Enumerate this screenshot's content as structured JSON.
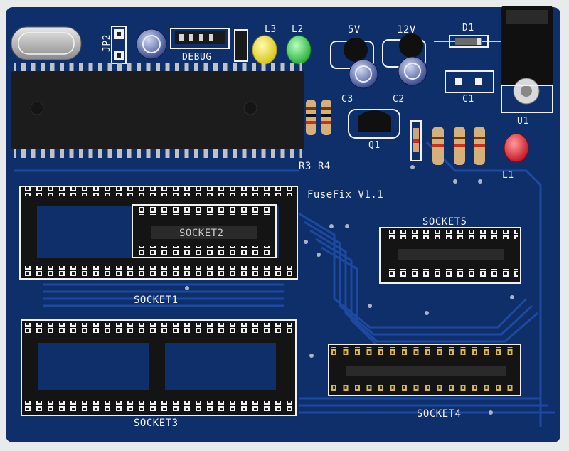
{
  "board": {
    "title": "FuseFix V1.1",
    "colors": {
      "pcb": "#0f2f6a",
      "trace": "#1d4aa0",
      "silk": "#f1f1f1",
      "ic": "#1a1a1a",
      "gold": "#c9a640",
      "led_yellow": "#f1e21a",
      "led_green": "#2fd64a",
      "led_red": "#e8192a"
    }
  },
  "labels": {
    "jp2": "JP2",
    "debug": "DEBUG",
    "l3": "L3",
    "l2": "L2",
    "l1": "L1",
    "v5": "5V",
    "v12": "12V",
    "d1": "D1",
    "c1": "C1",
    "c2": "C2",
    "c3": "C3",
    "q1": "Q1",
    "u1": "U1",
    "r3": "R3",
    "r4": "R4",
    "socket1": "SOCKET1",
    "socket2": "SOCKET2",
    "socket3": "SOCKET3",
    "socket4": "SOCKET4",
    "socket5": "SOCKET5"
  }
}
